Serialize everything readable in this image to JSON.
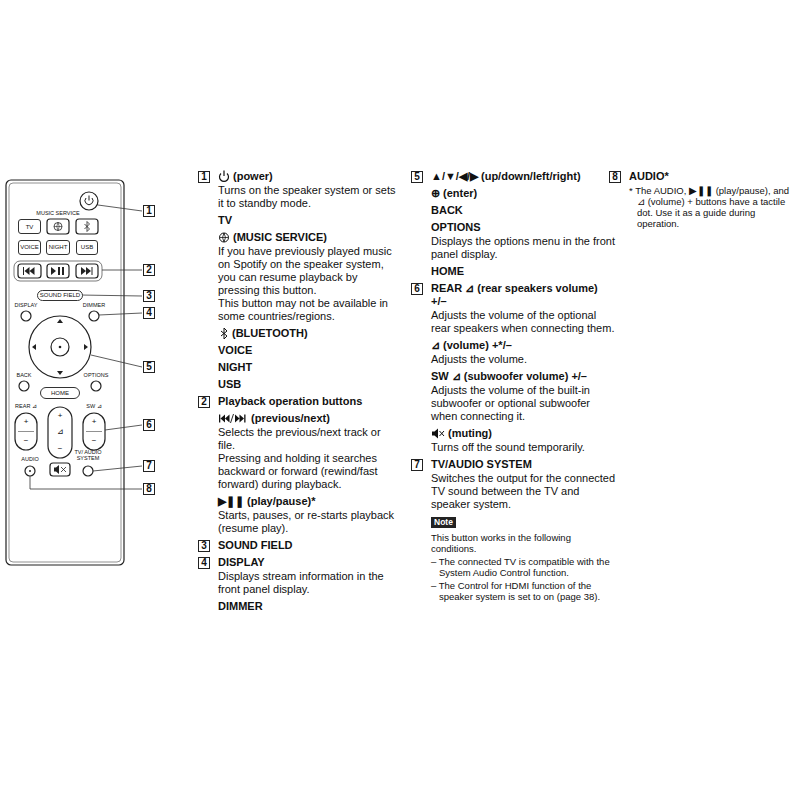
{
  "diagram": {
    "nodes": [
      {
        "text": [
          "TV"
        ]
      },
      {
        "text": [
          "VOICE"
        ]
      },
      {
        "text": [
          "NIGHT"
        ]
      },
      {
        "text": [
          "USB"
        ]
      },
      {
        "text": [
          "SOUND FIELD"
        ]
      },
      {
        "text": [
          "HOME"
        ]
      },
      {
        "text": [
          "1"
        ]
      },
      {
        "text": [
          "2"
        ]
      },
      {
        "text": [
          "3"
        ]
      },
      {
        "text": [
          "4"
        ]
      },
      {
        "text": [
          "5"
        ]
      },
      {
        "text": [
          "6"
        ]
      },
      {
        "text": [
          "7"
        ]
      },
      {
        "text": [
          "8"
        ]
      },
      {
        "text": [
          "1"
        ]
      },
      {
        "text": [
          "2"
        ]
      },
      {
        "text": [
          "3"
        ]
      },
      {
        "text": [
          "4"
        ]
      },
      {
        "text": [
          "5"
        ]
      },
      {
        "text": [
          "6"
        ]
      },
      {
        "text": [
          "7"
        ]
      },
      {
        "text": [
          "Note"
        ]
      },
      {
        "text": [
          "8"
        ]
      }
    ],
    "labels": [
      "MUSIC SERVICE",
      "DISPLAY",
      "DIMMER",
      "BACK",
      "OPTIONS",
      "REAR ⊿",
      "SW ⊿",
      "+",
      "−",
      "+",
      "⊿",
      "−",
      "+",
      "−",
      "AUDIO",
      "TV/ AUDIO SYSTEM",
      "(power)",
      "Turns on the speaker system or sets it to standby mode.",
      "TV",
      "(MUSIC SERVICE)",
      "If you have previously played music on Spotify on the speaker system, you can resume playback by pressing this button.",
      "This button may not be available in some countries/regions.",
      "(BLUETOOTH)",
      "VOICE",
      "NIGHT",
      "USB",
      "Playback operation buttons",
      "(previous/next)",
      "Selects the previous/next track or file.",
      "Pressing and holding it searches backward or forward (rewind/fast forward) during playback.",
      "▶❚❚ (play/pause)*",
      "Starts, pauses, or re-starts playback (resume play).",
      "SOUND FIELD",
      "DISPLAY",
      "Displays stream information in the front panel display.",
      "DIMMER",
      "▲/▼/◀/▶ (up/down/left/right)",
      "⊕ (enter)",
      "BACK",
      "OPTIONS",
      "Displays the options menu in the front panel display.",
      "HOME",
      "REAR ⊿ (rear speakers volume) +/–",
      "Adjusts the volume of the optional rear speakers when connecting them.",
      "⊿ (volume) +*/–",
      "Adjusts the volume.",
      "SW ⊿ (subwoofer volume) +/–",
      "Adjusts the volume of the built-in subwoofer or optional subwoofer when connecting it.",
      "(muting)",
      "Turns off the sound temporarily.",
      "TV/AUDIO SYSTEM",
      "Switches the output for the connected TV sound between the TV and speaker system.",
      "This button works in the following conditions.",
      "– The connected TV is compatible with the System Audio Control function.",
      "– The Control for HDMI function of the speaker system is set to on (page 38).",
      "AUDIO*",
      "* The AUDIO, ▶❚❚ (play/pause), and ⊿ (volume) + buttons have a tactile dot. Use it as a guide during operation."
    ]
  }
}
